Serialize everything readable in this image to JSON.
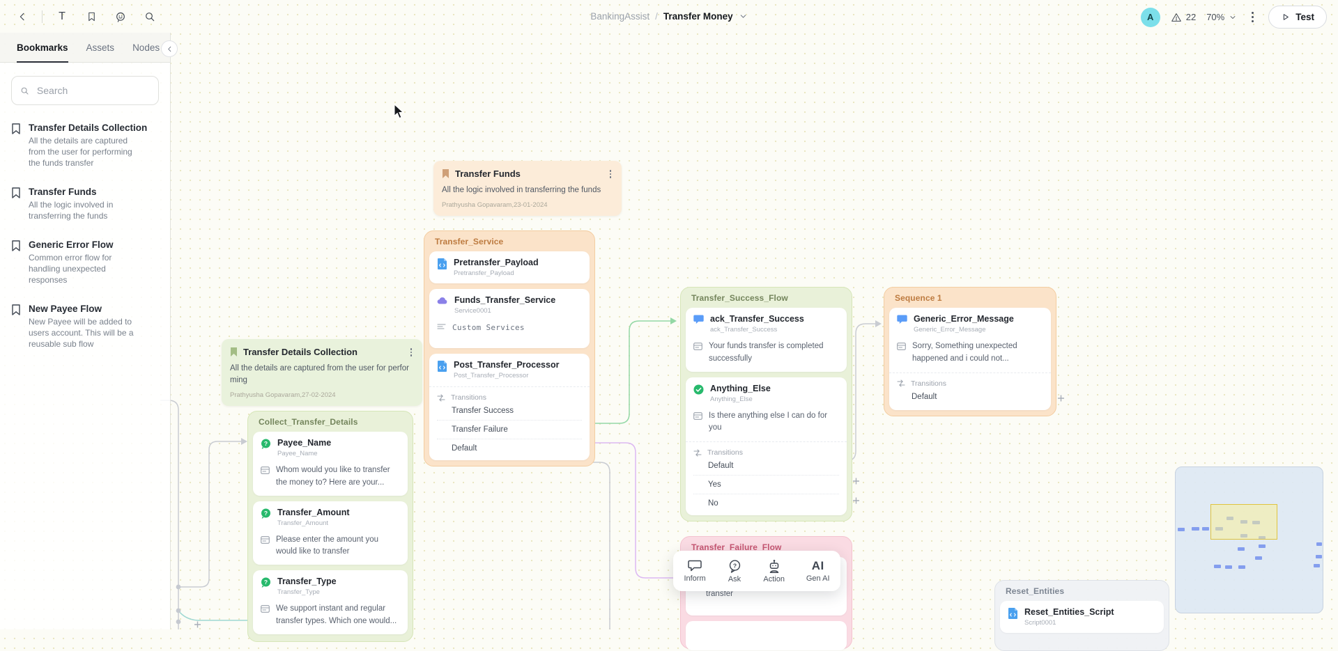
{
  "labels": {
    "transitions": "Transitions"
  },
  "topbar": {
    "breadcrumb": {
      "project": "BankingAssist",
      "separator": "/",
      "flow": "Transfer Money"
    },
    "avatar_initial": "A",
    "warning_count": "22",
    "zoom_level": "70%",
    "test_label": "Test"
  },
  "sidebar": {
    "tabs": [
      {
        "label": "Bookmarks"
      },
      {
        "label": "Assets"
      },
      {
        "label": "Nodes"
      }
    ],
    "search_placeholder": "Search",
    "bookmarks": [
      {
        "title": "Transfer Details Collection",
        "description": "All the details are captured from the user for performing the funds transfer"
      },
      {
        "title": "Transfer Funds",
        "description": "All the logic involved in transferring the funds"
      },
      {
        "title": "Generic Error Flow",
        "description": "Common error flow for handling unexpected responses"
      },
      {
        "title": "New Payee Flow",
        "description": "New Payee will be added to users account. This will be a reusable sub flow"
      }
    ]
  },
  "canvas": {
    "notes": [
      {
        "title": "Transfer Funds",
        "body": "All the logic involved in transferring the funds",
        "author": "Prathyusha Gopavaram,23-01-2024"
      },
      {
        "title": "Transfer Details Collection",
        "body": "All the details are captured from the user for performing",
        "author": "Prathyusha Gopavaram,27-02-2024"
      }
    ],
    "groups": [
      {
        "name": "Transfer_Service",
        "nodes": [
          {
            "title": "Pretransfer_Payload",
            "gen_name": "Pretransfer_Payload"
          },
          {
            "title": "Funds_Transfer_Service",
            "gen_name": "Service0001",
            "code": "Custom Services"
          },
          {
            "title": "Post_Transfer_Processor",
            "gen_name": "Post_Transfer_Processor",
            "transitions": [
              "Transfer Success",
              "Transfer Failure",
              "Default"
            ]
          }
        ]
      },
      {
        "name": "Collect_Transfer_Details",
        "nodes": [
          {
            "title": "Payee_Name",
            "gen_name": "Payee_Name",
            "message": "Whom would you like to transfer the money to? Here are your..."
          },
          {
            "title": "Transfer_Amount",
            "gen_name": "Transfer_Amount",
            "message": "Please enter the amount you would like to transfer"
          },
          {
            "title": "Transfer_Type",
            "gen_name": "Transfer_Type",
            "message": "We support instant and regular transfer types. Which one would..."
          }
        ]
      },
      {
        "name": "Transfer_Success_Flow",
        "nodes": [
          {
            "title": "ack_Transfer_Success",
            "gen_name": "ack_Transfer_Success",
            "message": "Your funds transfer is completed successfully"
          },
          {
            "title": "Anything_Else",
            "gen_name": "Anything_Else",
            "message": "Is there anything else I can do for you",
            "transitions": [
              "Default",
              "Yes",
              "No"
            ]
          }
        ]
      },
      {
        "name": "Sequence 1",
        "nodes": [
          {
            "title": "Generic_Error_Message",
            "gen_name": "Generic_Error_Message",
            "message": "Sorry, Something unexpected happened and i could not...",
            "transitions": [
              "Default"
            ]
          }
        ]
      },
      {
        "name": "Transfer_Failure_Flow",
        "partial_message": "transfer"
      },
      {
        "name": "Reset_Entities",
        "nodes": [
          {
            "title": "Reset_Entities_Script",
            "gen_name": "Script0001"
          }
        ]
      }
    ]
  },
  "toolbar": {
    "items": [
      {
        "label": "Inform"
      },
      {
        "label": "Ask"
      },
      {
        "label": "Action"
      },
      {
        "label": "Gen AI"
      }
    ]
  },
  "colors": {
    "accent_cyan": "#7cdfea",
    "group_orange": "#fbe3c9",
    "group_green": "#e9f1d9",
    "group_pink": "#fadbe3",
    "group_gray": "#eff1f4",
    "edge_green": "#93d8a5",
    "edge_purple": "#dcb8f2",
    "edge_teal": "#9fd8d2",
    "minimap_viewport_yellow": "#dfc33e"
  }
}
